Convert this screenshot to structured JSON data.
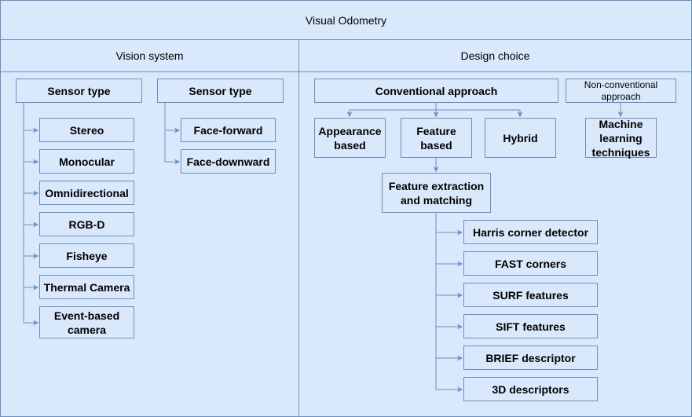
{
  "title": "Visual Odometry",
  "vision_system": {
    "heading": "Vision system",
    "sensor_type_a": {
      "label": "Sensor type",
      "items": [
        "Stereo",
        "Monocular",
        "Omnidirectional",
        "RGB-D",
        "Fisheye",
        "Thermal Camera",
        "Event-based\ncamera"
      ]
    },
    "sensor_type_b": {
      "label": "Sensor type",
      "items": [
        "Face-forward",
        "Face-downward"
      ]
    }
  },
  "design_choice": {
    "heading": "Design choice",
    "conventional": {
      "label": "Conventional approach",
      "children": [
        "Appearance\nbased",
        "Feature\nbased",
        "Hybrid"
      ]
    },
    "feature_extraction": {
      "label": "Feature extraction\nand matching",
      "items": [
        "Harris corner detector",
        "FAST corners",
        "SURF features",
        "SIFT features",
        "BRIEF descriptor",
        "3D descriptors"
      ]
    },
    "non_conventional": {
      "label": "Non-conventional\napproach",
      "child": "Machine\nlearning\ntechniques"
    }
  },
  "colors": {
    "fill": "#dae8fc",
    "stroke": "#6c8ebf"
  }
}
